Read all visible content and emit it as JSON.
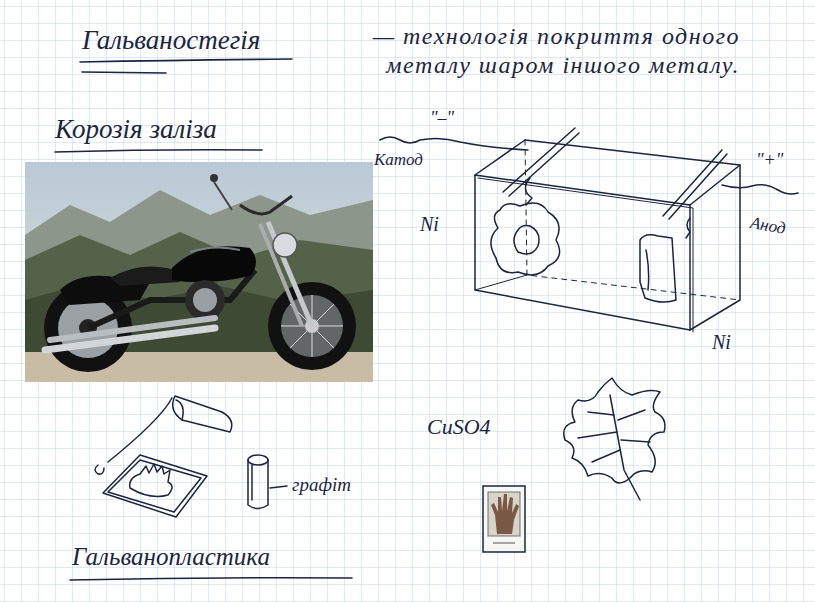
{
  "diagram": {
    "title": "Гальваностегія",
    "labels": [
      "— технологія покриття одного металу шаром іншого металу.",
      "Корозія заліза",
      "\"–\"",
      "Катод",
      "Ni",
      "\"+\"",
      "Анод",
      "Ni",
      "CuSO4",
      "графіт",
      "Гальванопластика"
    ]
  }
}
